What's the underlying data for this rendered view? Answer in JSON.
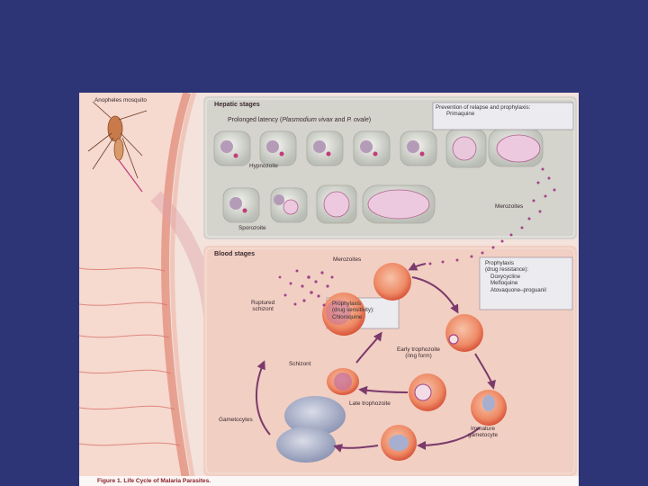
{
  "slide": {
    "background": "#2e3577"
  },
  "figure": {
    "mosquito_label": "Anopheles mosquito",
    "hepatic": {
      "title": "Hepatic stages",
      "latency_prefix": "Prolonged latency (",
      "latency_species_1": "Plasmodium vivax",
      "latency_mid": " and ",
      "latency_species_2": "P. ovale",
      "latency_suffix": ")",
      "hypnozoite": "Hypnozoite",
      "sporozoite": "Sporozoite",
      "merozoites": "Merozoites",
      "relapse_box": {
        "line1": "Prevention of relapse and prophylaxis:",
        "line2": "Primaquine"
      }
    },
    "blood": {
      "title": "Blood stages",
      "merozoites": "Merozoites",
      "ruptured_schizont_1": "Ruptured",
      "ruptured_schizont_2": "schizont",
      "prophylaxis_sensitive_box": {
        "line1": "Prophylaxis",
        "line2": "(drug sensitivity):",
        "line3": "Chloroquine"
      },
      "prophylaxis_resistance_box": {
        "line1": "Prophylaxis",
        "line2": "(drug resistance):",
        "line3": "Doxycycline",
        "line4": "Mefloquine",
        "line5": "Atovaquone–proguanil"
      },
      "early_trophozoite_1": "Early trophozoite",
      "early_trophozoite_2": "(ring form)",
      "late_trophozoite": "Late trophozoite",
      "schizont": "Schizont",
      "gametocytes": "Gametocytes",
      "immature_gametocyte_1": "Immature",
      "immature_gametocyte_2": "gametocyte"
    },
    "caption": {
      "figure_number": "Figure 1.",
      "text": "Life Cycle of Malaria Parasites."
    },
    "colors": {
      "hepatic_panel": "#d4d3cc",
      "blood_panel": "#f1cfc3",
      "skin_edge": "#e7a69a",
      "rbc": "#e86c4c",
      "arrow": "#7b3a6b",
      "parasite": "#a1448a"
    }
  }
}
